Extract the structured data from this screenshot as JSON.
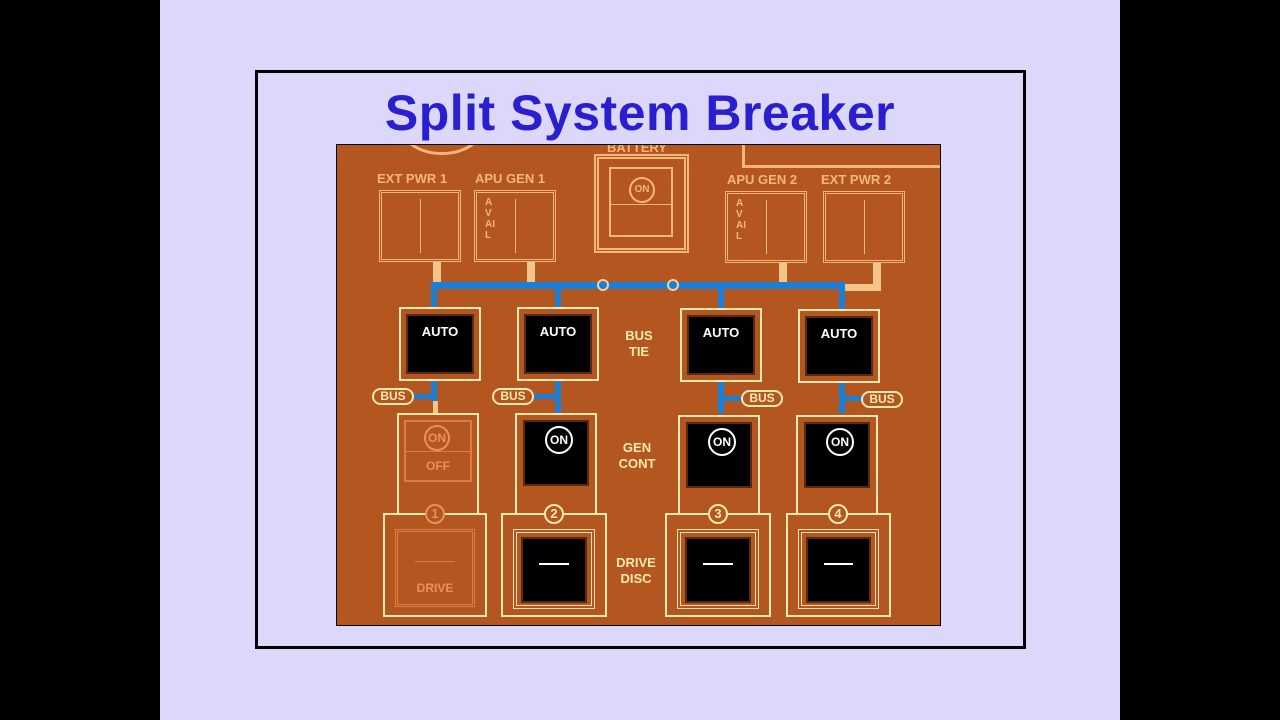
{
  "title": "Split System Breaker",
  "panel": {
    "battery_label": "BATTERY",
    "battery_state": "ON",
    "ext_pwr_1": "EXT PWR 1",
    "apu_gen_1": "APU GEN 1",
    "apu_gen_2": "APU GEN 2",
    "ext_pwr_2": "EXT PWR 2",
    "avail": "AVAIL",
    "bus_tie_label": [
      "BUS",
      "TIE"
    ],
    "gen_cont_label": [
      "GEN",
      "CONT"
    ],
    "drive_disc_label": [
      "DRIVE",
      "DISC"
    ],
    "bus_tie_buttons": [
      "AUTO",
      "AUTO",
      "AUTO",
      "AUTO"
    ],
    "bus_pill": "BUS",
    "gen_cont": [
      {
        "top": "ON",
        "bottom": "OFF",
        "state": "off"
      },
      {
        "top": "ON",
        "state": "on"
      },
      {
        "top": "ON",
        "state": "on"
      },
      {
        "top": "ON",
        "state": "on"
      }
    ],
    "drive_numbers": [
      "1",
      "2",
      "3",
      "4"
    ],
    "drive_1_text": "DRIVE",
    "colors": {
      "panel": "#b4561f",
      "bus": "#1b7fd8",
      "title": "#2a1fd0",
      "slide_bg": "#dcd8fc"
    }
  }
}
